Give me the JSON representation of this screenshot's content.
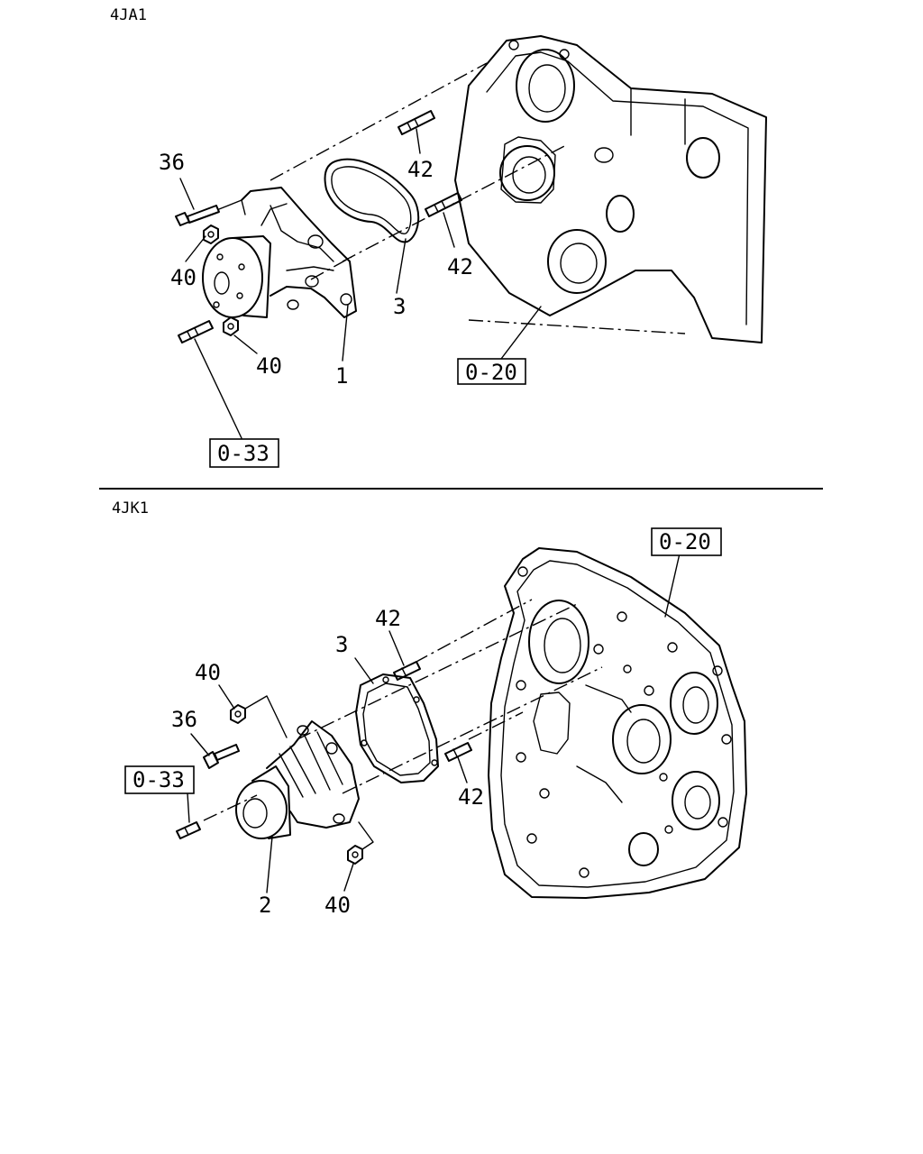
{
  "sections": [
    {
      "title": "4JA1"
    },
    {
      "title": "4JK1"
    }
  ],
  "top": {
    "labels": {
      "bolt": "36",
      "stud_upper": "42",
      "stud_lower": "42",
      "nut_upper": "40",
      "nut_lower": "40",
      "gasket": "3",
      "pump": "1"
    },
    "refs": {
      "cover_ref": "0-20",
      "fig_ref": "0-33"
    }
  },
  "bottom": {
    "labels": {
      "stud_upper": "42",
      "gasket": "3",
      "nut_upper": "40",
      "bolt": "36",
      "stud_lower": "42",
      "pump": "2",
      "nut_lower": "40"
    },
    "refs": {
      "cover_ref": "0-20",
      "fig_ref": "0-33"
    }
  }
}
